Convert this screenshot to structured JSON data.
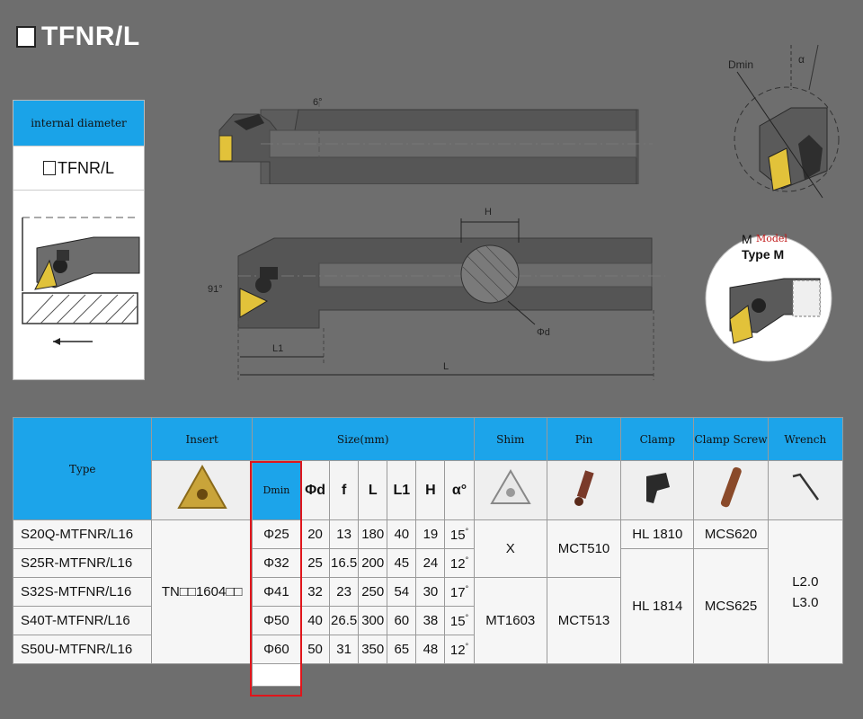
{
  "title": "TFNR/L",
  "card": {
    "header": "internal diameter",
    "code": "TFNR/L"
  },
  "drawing_labels": {
    "angle_top": "6°",
    "dmin": "Dmin",
    "alpha": "α",
    "h": "H",
    "angle_side": "91°",
    "phi_d": "Φd",
    "l1": "L1",
    "l": "L",
    "model_m": "M",
    "model_word": "Model",
    "type_m": "Type M"
  },
  "table": {
    "headers": {
      "type": "Type",
      "insert": "Insert",
      "size": "Size(mm)",
      "shim": "Shim",
      "pin": "Pin",
      "clamp": "Clamp",
      "clamp_screw": "Clamp Screw",
      "wrench": "Wrench"
    },
    "dims": {
      "dmin": "Dmin",
      "phi_d": "Φd",
      "f": "f",
      "l": "L",
      "l1": "L1",
      "h": "H",
      "alpha": "α°"
    },
    "insert_value": "TN□□1604□□",
    "rows": [
      {
        "type": "S20Q-MTFNR/L16",
        "dmin": "Φ25",
        "d": "20",
        "f": "13",
        "l": "180",
        "l1": "40",
        "h": "19",
        "a": "15"
      },
      {
        "type": "S25R-MTFNR/L16",
        "dmin": "Φ32",
        "d": "25",
        "f": "16.5",
        "l": "200",
        "l1": "45",
        "h": "24",
        "a": "12"
      },
      {
        "type": "S32S-MTFNR/L16",
        "dmin": "Φ41",
        "d": "32",
        "f": "23",
        "l": "250",
        "l1": "54",
        "h": "30",
        "a": "17"
      },
      {
        "type": "S40T-MTFNR/L16",
        "dmin": "Φ50",
        "d": "40",
        "f": "26.5",
        "l": "300",
        "l1": "60",
        "h": "38",
        "a": "15"
      },
      {
        "type": "S50U-MTFNR/L16",
        "dmin": "Φ60",
        "d": "50",
        "f": "31",
        "l": "350",
        "l1": "65",
        "h": "48",
        "a": "12"
      }
    ],
    "deg_mark": "°",
    "shim": {
      "group1": "X",
      "group2": "MT1603"
    },
    "pin": {
      "group1": "MCT510",
      "group2": "MCT513"
    },
    "clamp": {
      "group1": "HL 1810",
      "group2": "HL 1814"
    },
    "clamp_screw": {
      "group1": "MCS620",
      "group2": "MCS625"
    },
    "wrench": {
      "line1": "L2.0",
      "line2": "L3.0"
    }
  },
  "colors": {
    "background": "#6e6e6e",
    "header_blue": "#1ca4ea",
    "highlight_red": "#e0151b"
  }
}
